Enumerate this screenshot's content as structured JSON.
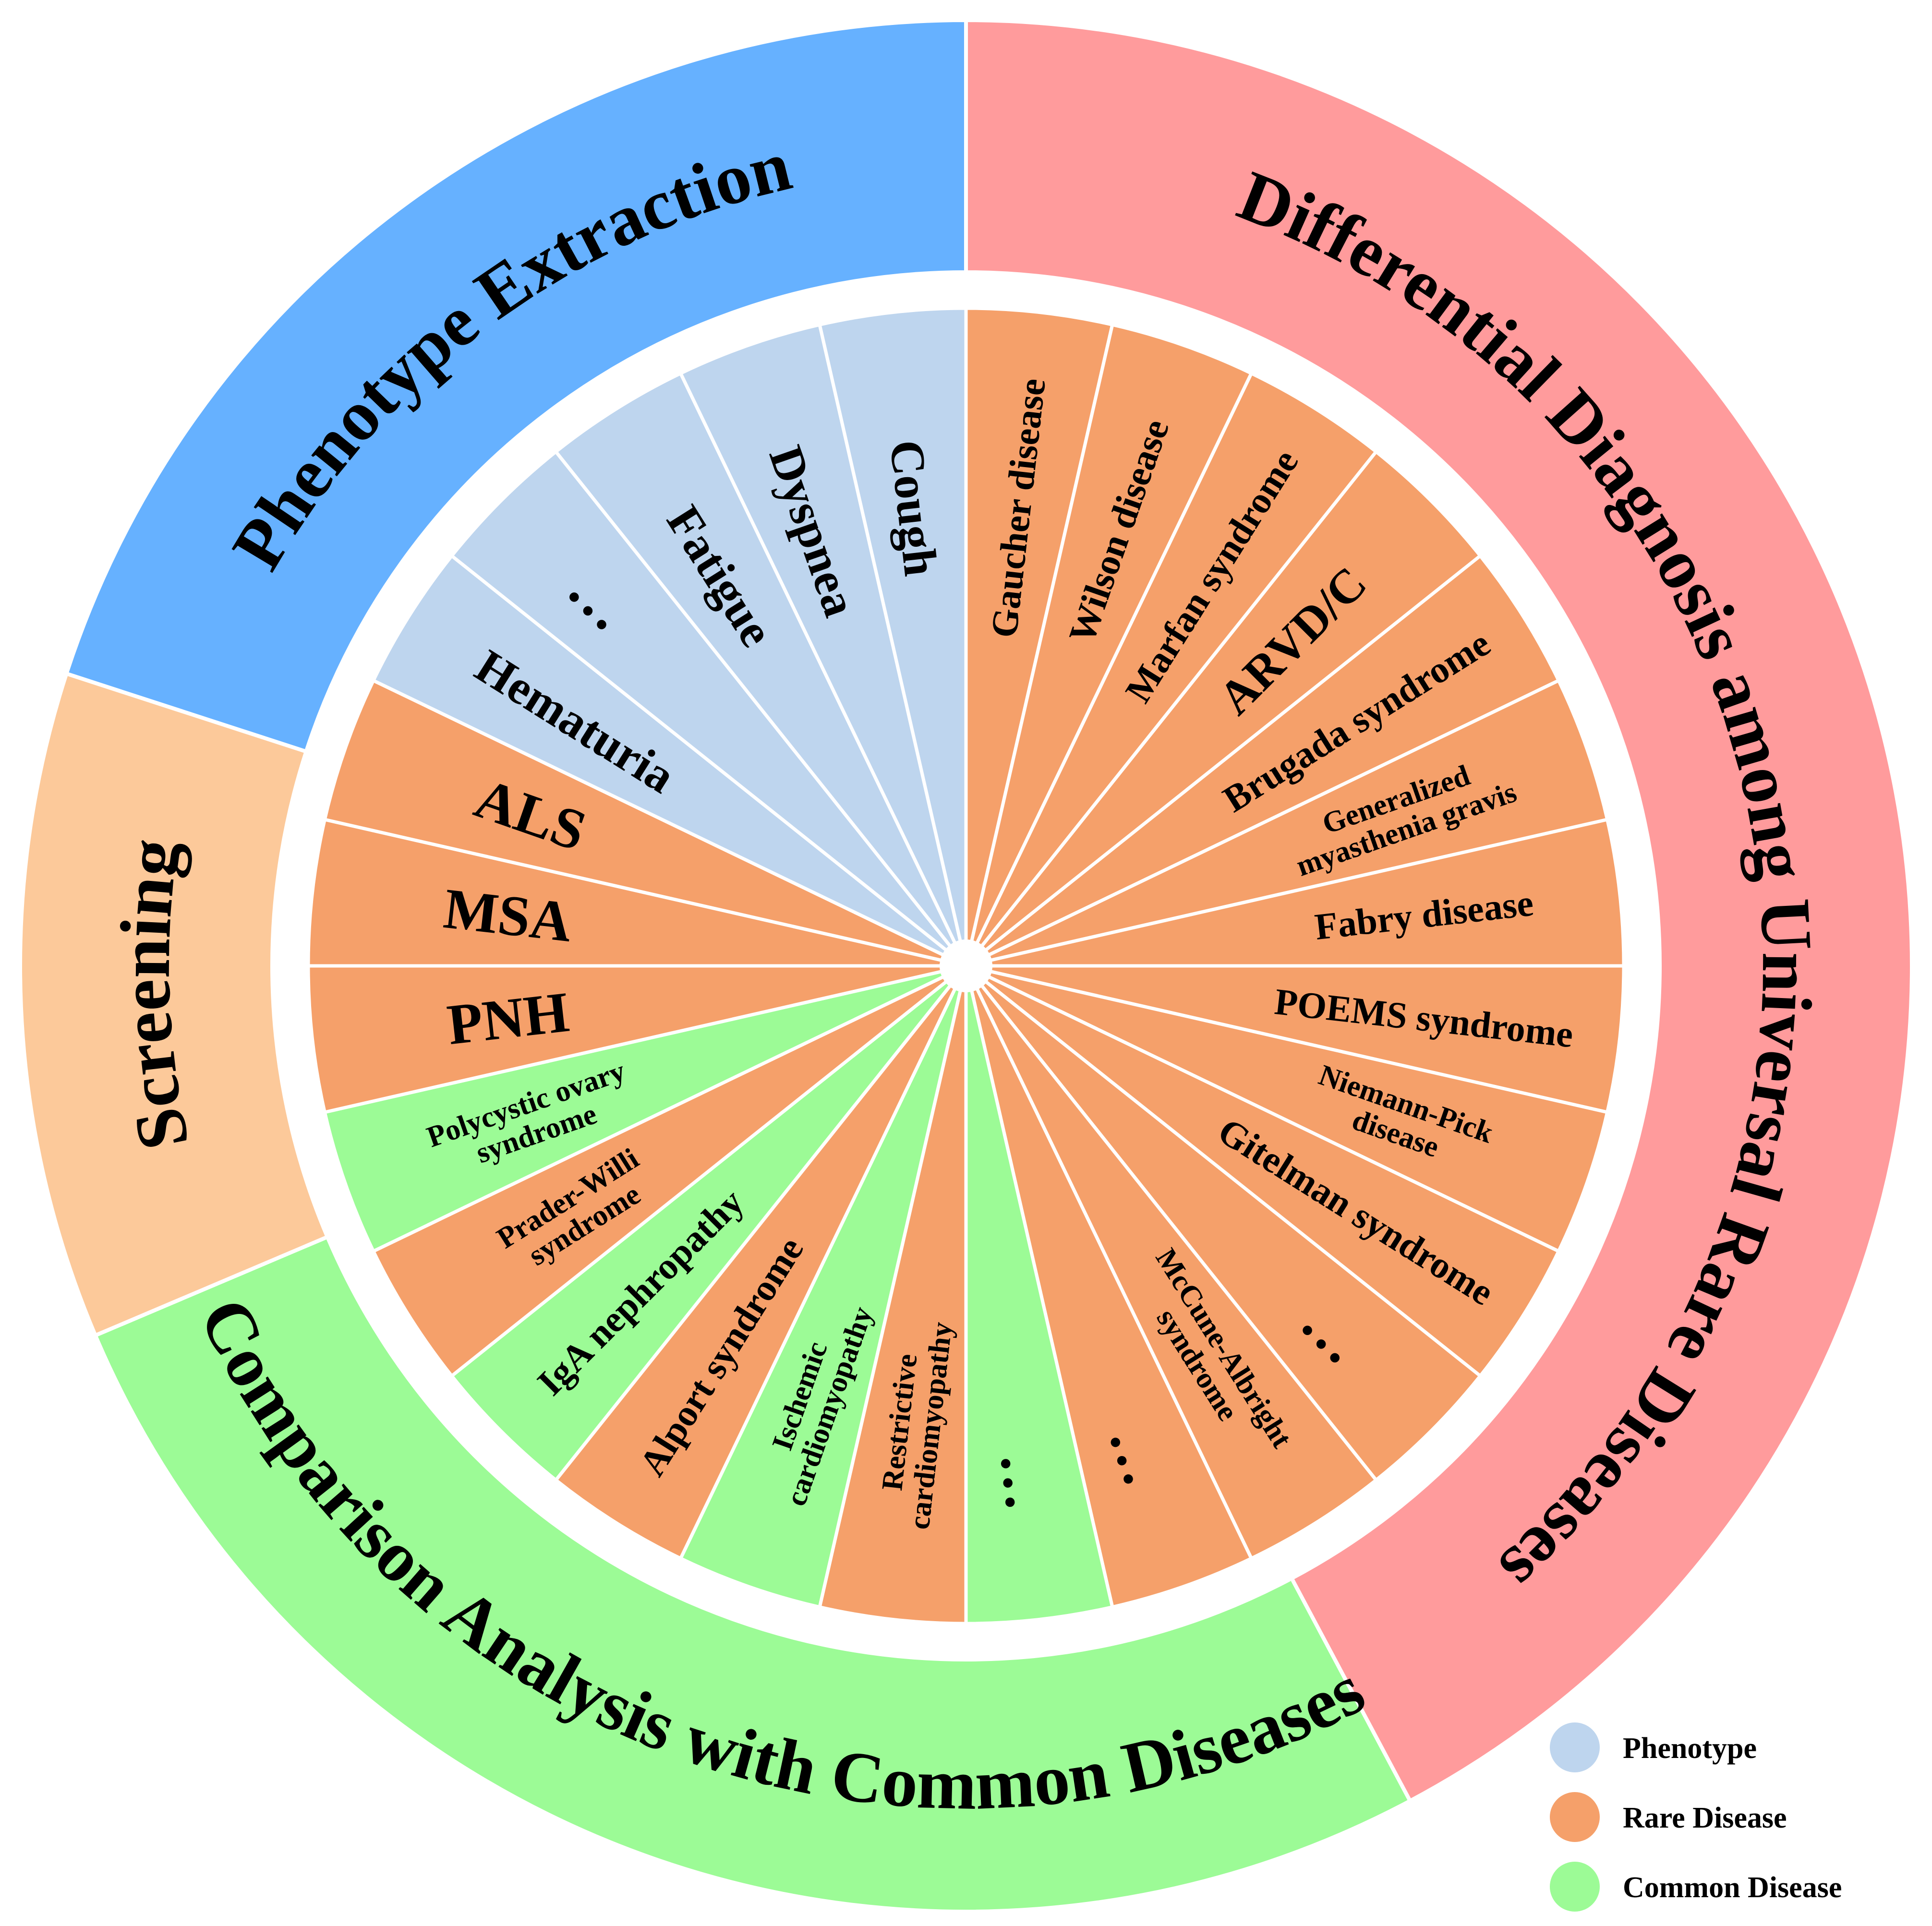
{
  "colors": {
    "phenotype": "#bed5ee",
    "rare": "#f5a06a",
    "common": "#9cfb96",
    "phenotype_extraction": "#66b1ff",
    "differential": "#ff9b9c",
    "screening": "#fcc99a",
    "comparison": "#9cfb96",
    "divider": "#ffffff"
  },
  "outer_sections": [
    {
      "label": "Phenotype Extraction",
      "color_key": "phenotype_extraction"
    },
    {
      "label": "Differential Diagnosis among Universal Rare Diseases",
      "color_key": "differential"
    },
    {
      "label": "Comparison Analysis with Common Diseases",
      "color_key": "comparison"
    },
    {
      "label": "Screening",
      "color_key": "screening"
    }
  ],
  "slices": [
    {
      "lines": [
        "Gaucher disease"
      ],
      "cat": "rare"
    },
    {
      "lines": [
        "Wilson disease"
      ],
      "cat": "rare"
    },
    {
      "lines": [
        "Marfan syndrome"
      ],
      "cat": "rare"
    },
    {
      "lines": [
        "ARVD/C"
      ],
      "cat": "rare"
    },
    {
      "lines": [
        "Brugada syndrome"
      ],
      "cat": "rare"
    },
    {
      "lines": [
        "Generalized",
        "myasthenia gravis"
      ],
      "cat": "rare"
    },
    {
      "lines": [
        "Fabry disease"
      ],
      "cat": "rare"
    },
    {
      "lines": [
        "POEMS syndrome"
      ],
      "cat": "rare"
    },
    {
      "lines": [
        "Niemann-Pick",
        "disease"
      ],
      "cat": "rare"
    },
    {
      "lines": [
        "Gitelman syndrome"
      ],
      "cat": "rare"
    },
    {
      "lines": [
        "…"
      ],
      "cat": "rare"
    },
    {
      "lines": [
        "McCune-Albright",
        "syndrome"
      ],
      "cat": "rare"
    },
    {
      "lines": [
        "…"
      ],
      "cat": "rare"
    },
    {
      "lines": [
        "…"
      ],
      "cat": "common"
    },
    {
      "lines": [
        "Restrictive",
        "cardiomyopathy"
      ],
      "cat": "rare"
    },
    {
      "lines": [
        "Ischemic",
        "cardiomyopathy"
      ],
      "cat": "common"
    },
    {
      "lines": [
        "Alport syndrome"
      ],
      "cat": "rare"
    },
    {
      "lines": [
        "IgA nephropathy"
      ],
      "cat": "common"
    },
    {
      "lines": [
        "Prader-Willi",
        "syndrome"
      ],
      "cat": "rare"
    },
    {
      "lines": [
        "Polycystic ovary",
        "syndrome"
      ],
      "cat": "common"
    },
    {
      "lines": [
        "PNH"
      ],
      "cat": "rare"
    },
    {
      "lines": [
        "MSA"
      ],
      "cat": "rare"
    },
    {
      "lines": [
        "ALS"
      ],
      "cat": "rare"
    },
    {
      "lines": [
        "Hematuria"
      ],
      "cat": "phenotype"
    },
    {
      "lines": [
        "…"
      ],
      "cat": "phenotype"
    },
    {
      "lines": [
        "Fatigue"
      ],
      "cat": "phenotype"
    },
    {
      "lines": [
        "Dyspnea"
      ],
      "cat": "phenotype"
    },
    {
      "lines": [
        "Cough"
      ],
      "cat": "phenotype"
    }
  ],
  "legend": [
    {
      "label": "Phenotype",
      "cat": "phenotype"
    },
    {
      "label": "Rare Disease",
      "cat": "rare"
    },
    {
      "label": "Common Disease",
      "cat": "common"
    }
  ]
}
